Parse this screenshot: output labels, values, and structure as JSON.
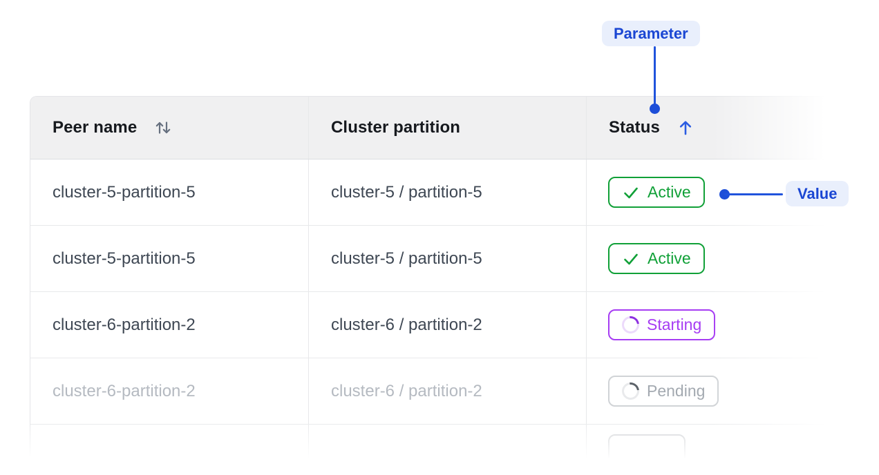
{
  "annotations": {
    "parameter_chip": "Parameter",
    "value_chip": "Value"
  },
  "table": {
    "headers": [
      {
        "label": "Peer name",
        "sort": "sortable"
      },
      {
        "label": "Cluster partition",
        "sort": "none"
      },
      {
        "label": "Status",
        "sort": "ascending"
      }
    ],
    "rows": [
      {
        "peer_name": "cluster-5-partition-5",
        "cluster_partition": "cluster-5 / partition-5",
        "status": "Active"
      },
      {
        "peer_name": "cluster-5-partition-5",
        "cluster_partition": "cluster-5 / partition-5",
        "status": "Active"
      },
      {
        "peer_name": "cluster-6-partition-2",
        "cluster_partition": "cluster-6 / partition-2",
        "status": "Starting"
      },
      {
        "peer_name": "cluster-6-partition-2",
        "cluster_partition": "cluster-6 / partition-2",
        "status": "Pending"
      },
      {
        "peer_name": "",
        "cluster_partition": "",
        "status": ""
      }
    ]
  },
  "colors": {
    "accent_blue": "#1d4ed8",
    "chip_background": "#e9effc",
    "status_active": "#10a037",
    "status_starting": "#a63cf3",
    "status_pending": "#a3a9b0",
    "header_background": "#f0f0f1",
    "cell_text": "#3e4753",
    "faded_text": "#b5bac1"
  }
}
